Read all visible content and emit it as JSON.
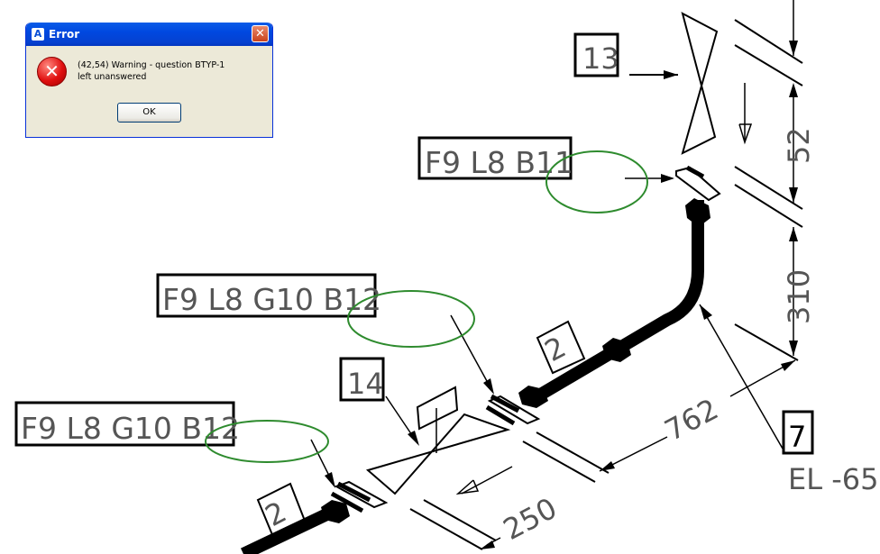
{
  "dialog": {
    "title": "Error",
    "app_icon_glyph": "A",
    "close_glyph": "✕",
    "error_glyph": "✕",
    "message_line1": "(42,54)   Warning - question BTYP-1",
    "message_line2": "left unanswered",
    "ok_label": "OK"
  },
  "drawing": {
    "labels": {
      "callout_13": "13",
      "callout_14": "14",
      "callout_7": "7",
      "tag_top": "F9 L8 B11",
      "tag_mid": "F9 L8 G10 B12",
      "tag_left": "F9 L8 G10 B12",
      "dim_52": "52",
      "dim_310": "310",
      "dim_762": "762",
      "dim_250": "250",
      "bolt_upper": "2",
      "bolt_lower": "2",
      "elevation": "EL -65"
    },
    "highlight_color": "#2e8b2e"
  }
}
